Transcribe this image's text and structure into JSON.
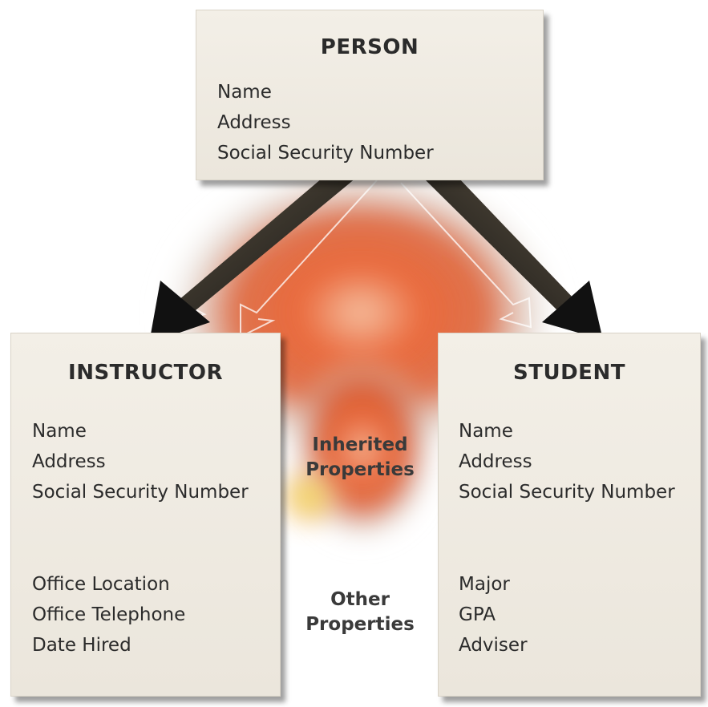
{
  "person": {
    "title": "PERSON",
    "properties": [
      "Name",
      "Address",
      "Social Security Number"
    ]
  },
  "instructor": {
    "title": "INSTRUCTOR",
    "inherited": [
      "Name",
      "Address",
      "Social Security Number"
    ],
    "other": [
      "Office Location",
      "Office Telephone",
      "Date Hired"
    ]
  },
  "student": {
    "title": "STUDENT",
    "inherited": [
      "Name",
      "Address",
      "Social Security Number"
    ],
    "other": [
      "Major",
      "GPA",
      "Adviser"
    ]
  },
  "labels": {
    "inherited_line1": "Inherited",
    "inherited_line2": "Properties",
    "other_line1": "Other",
    "other_line2": "Properties"
  },
  "colors": {
    "box_fill": "#efebe3",
    "glow_core": "#e0502a",
    "glow_yellow": "#f2e26a",
    "arrow_dark": "#1a1a1a"
  }
}
